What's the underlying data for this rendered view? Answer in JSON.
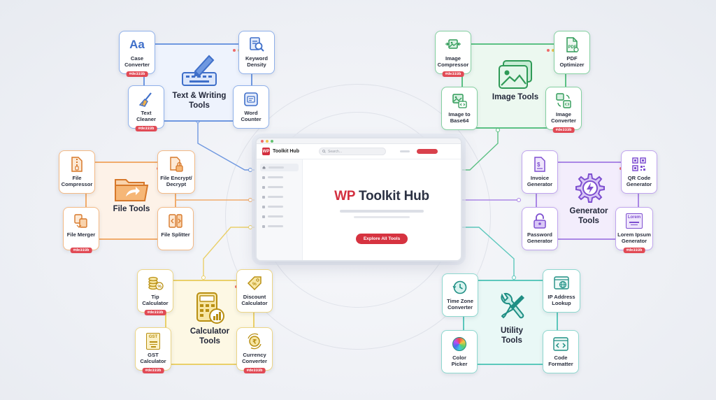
{
  "hub": {
    "brand": "Toolkit Hub",
    "logo": "WP",
    "search_placeholder": "Search...",
    "title_prefix": "WP",
    "title_rest": " Toolkit Hub",
    "button": "Explore All Tools"
  },
  "colors": {
    "accent": "#d63340",
    "badge": "#e14a55",
    "text": "#3f7be0",
    "image": "#3fb46a",
    "file": "#f0a25a",
    "generator": "#9c6fe0",
    "calculator": "#e8c23c",
    "utility": "#3cbfb0"
  },
  "categories": {
    "text": {
      "title": "Text & Writing\nTools",
      "tools": [
        {
          "label": "Case\nConverter",
          "badge": "#de333b",
          "icon": "case-icon"
        },
        {
          "label": "Keyword\nDensity",
          "icon": "keyword-search-icon"
        },
        {
          "label": "Text\nCleaner",
          "badge": "#de333b",
          "icon": "brush-icon"
        },
        {
          "label": "Word\nCounter",
          "icon": "word-count-icon"
        }
      ]
    },
    "image": {
      "title": "Image Tools",
      "tools": [
        {
          "label": "Image\nCompressor",
          "badge": "#de333b",
          "icon": "image-compress-icon"
        },
        {
          "label": "PDF\nOptimizer",
          "icon": "pdf-icon"
        },
        {
          "label": "Image to\nBase64",
          "icon": "image-code-icon"
        },
        {
          "label": "Image\nConverter",
          "badge": "#de333b",
          "icon": "image-convert-icon"
        }
      ]
    },
    "file": {
      "title": "File Tools",
      "tools": [
        {
          "label": "File\nCompressor",
          "icon": "zip-icon"
        },
        {
          "label": "File Encrypt/\nDecrypt",
          "icon": "lock-file-icon"
        },
        {
          "label": "File Merger",
          "badge": "#de333b",
          "icon": "merge-icon"
        },
        {
          "label": "File Splitter",
          "icon": "split-icon"
        }
      ]
    },
    "generator": {
      "title": "Generator\nTools",
      "tools": [
        {
          "label": "Invoice\nGenerator",
          "icon": "invoice-icon"
        },
        {
          "label": "QR Code\nGenerator",
          "icon": "qr-icon"
        },
        {
          "label": "Password\nGenerator",
          "icon": "padlock-icon"
        },
        {
          "label": "Lorem Ipsum\nGenerator",
          "badge": "#de333b",
          "icon": "lorem-icon"
        }
      ],
      "lorem_word": "Lorem"
    },
    "calculator": {
      "title": "Calculator\nTools",
      "tools": [
        {
          "label": "Tip\nCalculator",
          "badge": "#de333b",
          "icon": "coins-icon"
        },
        {
          "label": "Discount\nCalculator",
          "icon": "tag-icon"
        },
        {
          "label": "GST\nCalculator",
          "badge": "#de333b",
          "icon": "receipt-icon"
        },
        {
          "label": "Currency\nConverter",
          "badge": "#de333b",
          "icon": "currency-icon"
        }
      ],
      "gst_word": "GST"
    },
    "utility": {
      "title": "Utility\nTools",
      "tools": [
        {
          "label": "Time Zone\nConverter",
          "icon": "clock-icon"
        },
        {
          "label": "IP Address\nLookup",
          "icon": "globe-window-icon"
        },
        {
          "label": "Color\nPicker",
          "icon": "color-wheel-icon"
        },
        {
          "label": "Code\nFormatter",
          "icon": "code-icon"
        }
      ]
    }
  }
}
